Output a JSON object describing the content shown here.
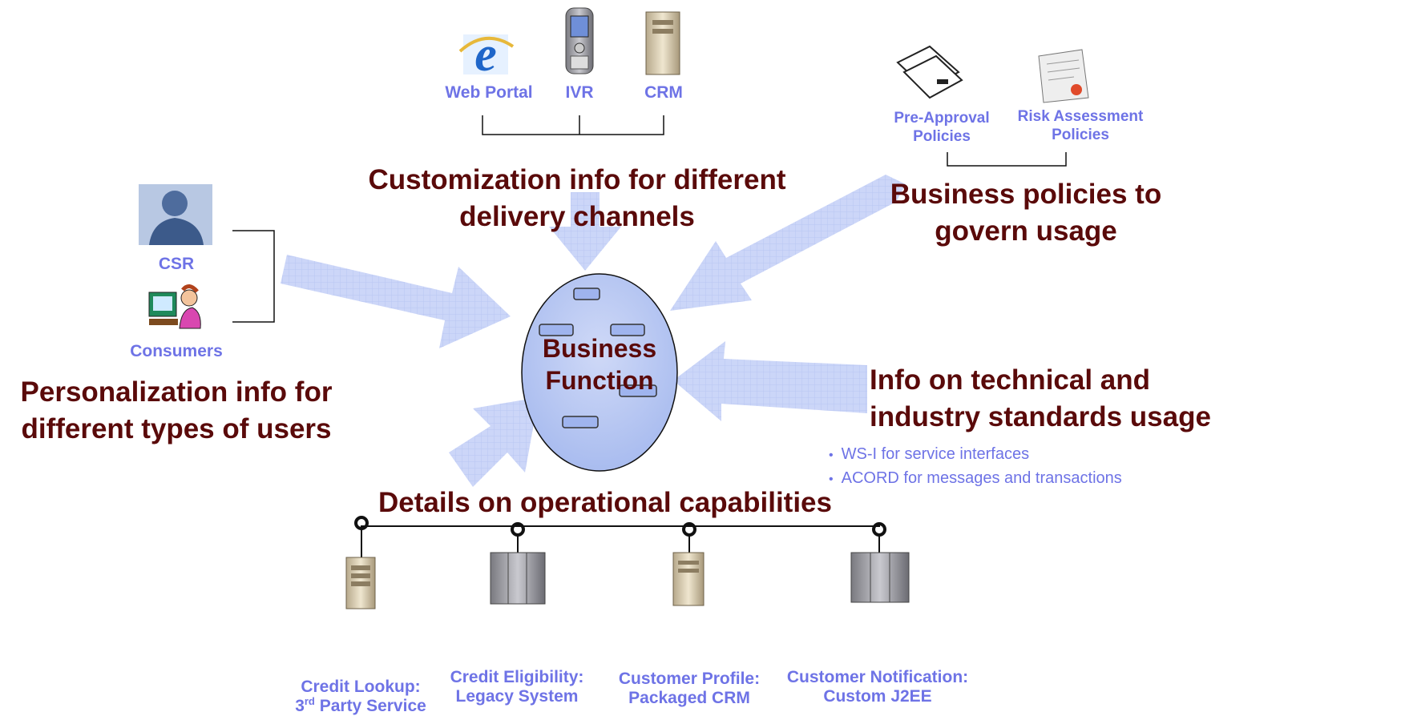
{
  "center": {
    "line1": "Business",
    "line2": "Function"
  },
  "channels": {
    "heading_line1": "Customization info for different",
    "heading_line2": "delivery channels",
    "items": [
      {
        "label": "Web Portal",
        "icon": "web-browser-icon"
      },
      {
        "label": "IVR",
        "icon": "mobile-phone-icon"
      },
      {
        "label": "CRM",
        "icon": "server-tower-icon"
      }
    ]
  },
  "policies": {
    "heading_line1": "Business policies to",
    "heading_line2": "govern usage",
    "items": [
      {
        "label_line1": "Pre-Approval",
        "label_line2": "Policies",
        "icon": "documents-icon"
      },
      {
        "label_line1": "Risk Assessment",
        "label_line2": "Policies",
        "icon": "certificate-icon"
      }
    ]
  },
  "users": {
    "heading_line1": "Personalization info for",
    "heading_line2": "different types of users",
    "items": [
      {
        "label": "CSR",
        "icon": "csr-person-icon"
      },
      {
        "label": "Consumers",
        "icon": "consumer-at-computer-icon"
      }
    ]
  },
  "standards": {
    "heading_line1": "Info on technical and",
    "heading_line2": "industry standards usage",
    "bullets": [
      "WS-I for service interfaces",
      "ACORD for messages and transactions"
    ]
  },
  "operations": {
    "heading": "Details on operational capabilities",
    "systems": [
      {
        "line1": "Credit Lookup:",
        "line2_main": "3",
        "line2_sup": "rd",
        "line2_rest": " Party Service",
        "icon": "server-icon"
      },
      {
        "line1": "Credit Eligibility:",
        "line2": "Legacy System",
        "icon": "server-rack-icon"
      },
      {
        "line1": "Customer Profile:",
        "line2": "Packaged CRM",
        "icon": "server-tower-icon"
      },
      {
        "line1": "Customer Notification:",
        "line2": "Custom J2EE",
        "icon": "server-rack-icon"
      }
    ]
  },
  "colors": {
    "arrow": "#b9c6f5",
    "label": "#6e73e6",
    "heading": "#5a0a0a",
    "ellipse": "#b4c4f2"
  }
}
